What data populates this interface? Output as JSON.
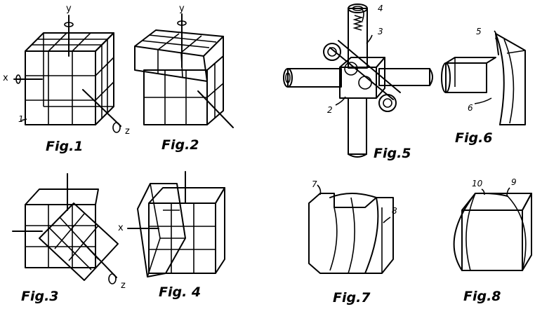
{
  "figures": {
    "fig1": "Fig.1",
    "fig2": "Fig.2",
    "fig3": "Fig.3",
    "fig4": "Fig. 4",
    "fig5": "Fig.5",
    "fig6": "Fig.6",
    "fig7": "Fig.7",
    "fig8": "Fig.8"
  },
  "axes": {
    "x": "x",
    "y": "y",
    "z": "z"
  },
  "reference_numbers": {
    "n1": "1",
    "n2": "2",
    "n3": "3",
    "n4": "4",
    "n5": "5",
    "n6": "6",
    "n7": "7",
    "n8": "8",
    "n9": "9",
    "n10": "10"
  }
}
